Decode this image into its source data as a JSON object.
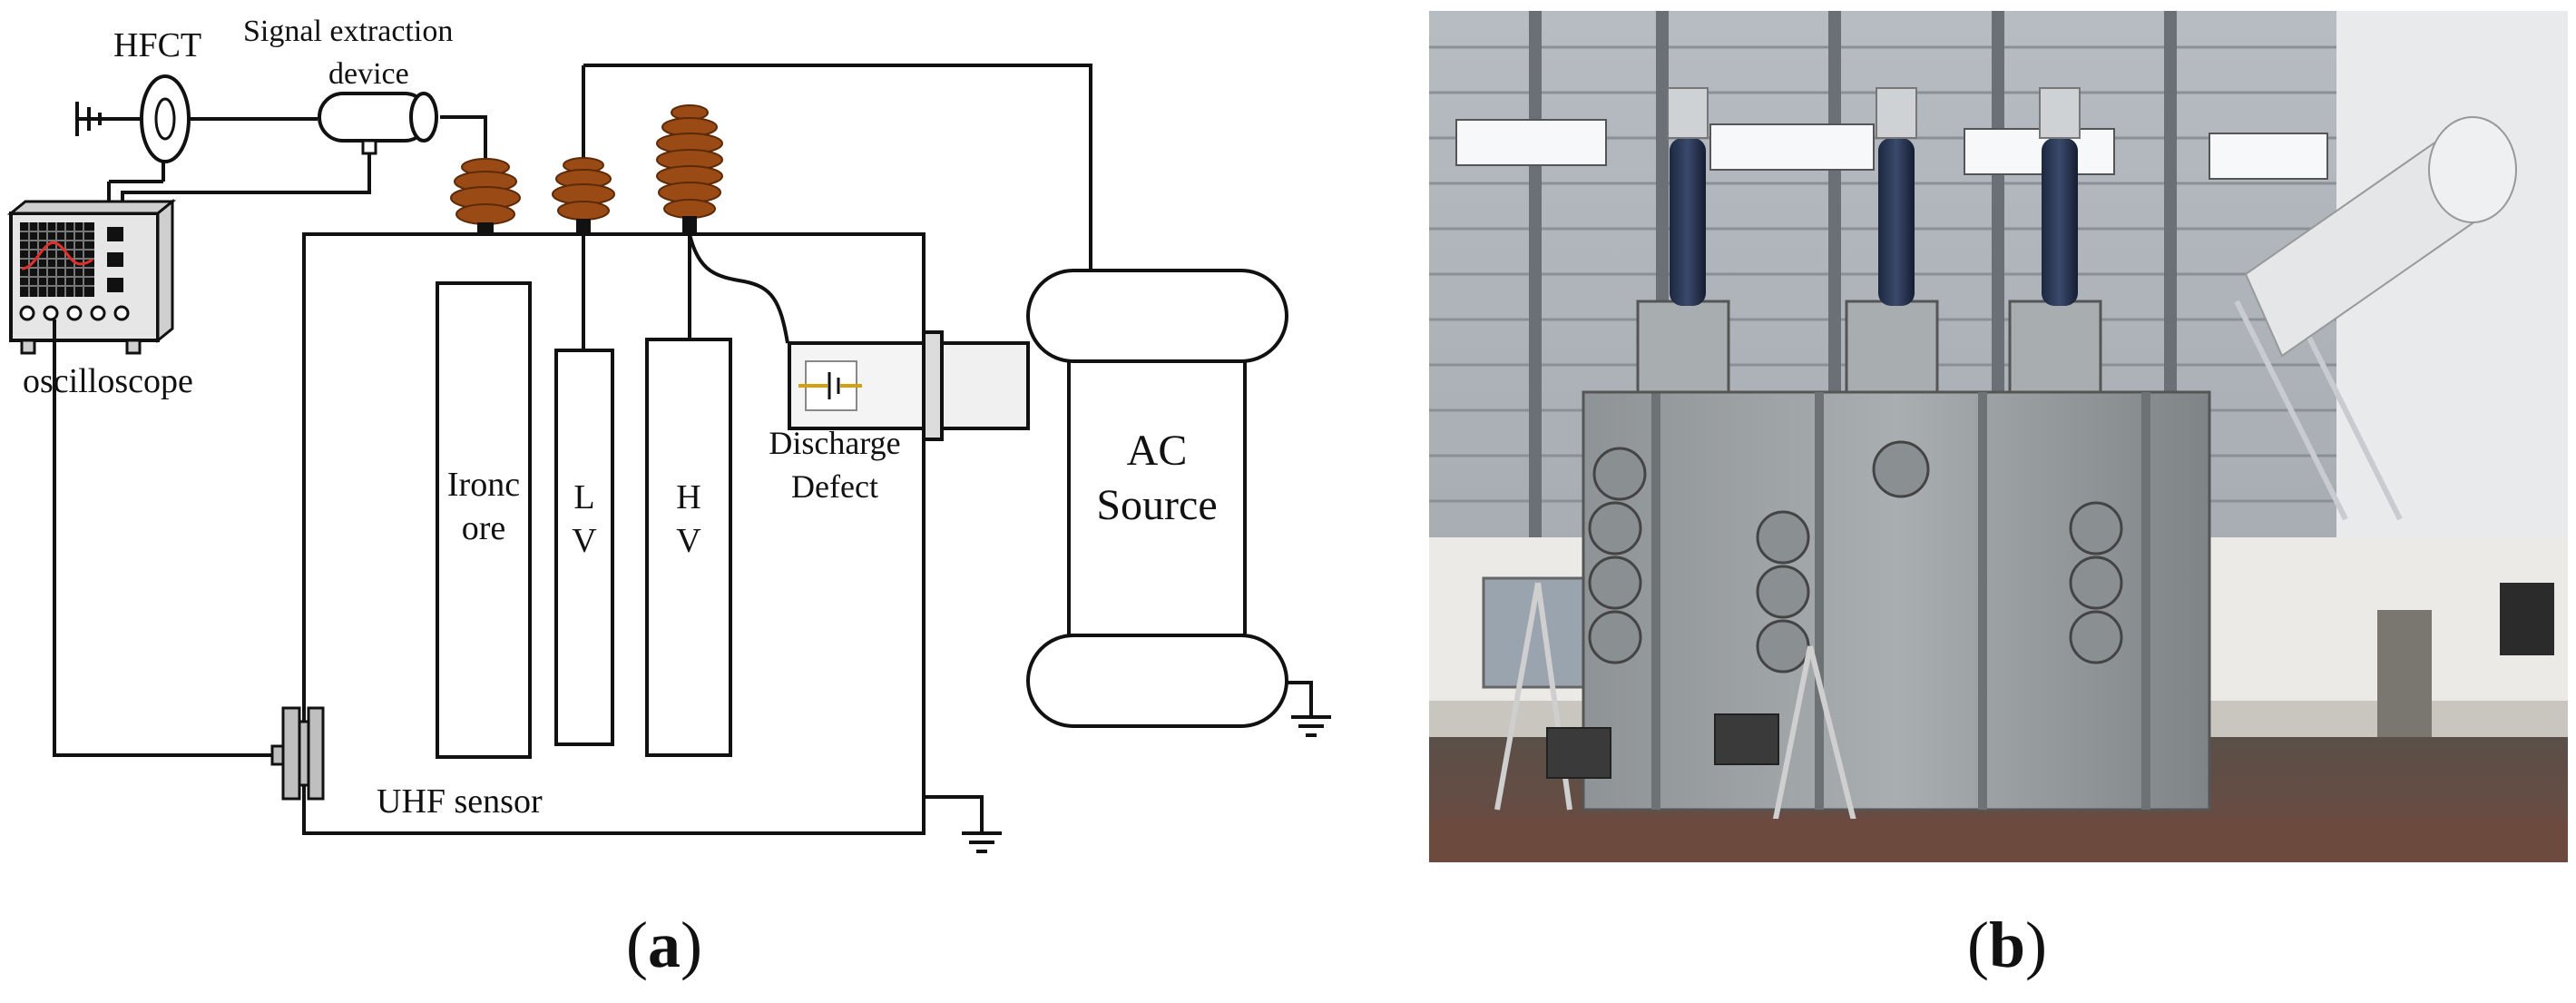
{
  "panel_a": {
    "label_open": "(",
    "label_letter": "a",
    "label_close": ")",
    "hfct": "HFCT",
    "signal_extraction_line1": "Signal extraction",
    "signal_extraction_line2": "device",
    "oscilloscope": "oscilloscope",
    "iron_core_line1": "Ironc",
    "iron_core_line2": "ore",
    "lv_line1": "L",
    "lv_line2": "V",
    "hv_line1": "H",
    "hv_line2": "V",
    "discharge_line1": "Discharge",
    "discharge_line2": "Defect",
    "ac_line1": "AC",
    "ac_line2": "Source",
    "uhf_sensor": "UHF sensor"
  },
  "panel_b": {
    "label_open": "(",
    "label_letter": "b",
    "label_close": ")"
  },
  "colors": {
    "bushing": "#9a4a14",
    "line": "#111111",
    "sensor": "#bfbfbf",
    "trace": "#e0302c"
  }
}
